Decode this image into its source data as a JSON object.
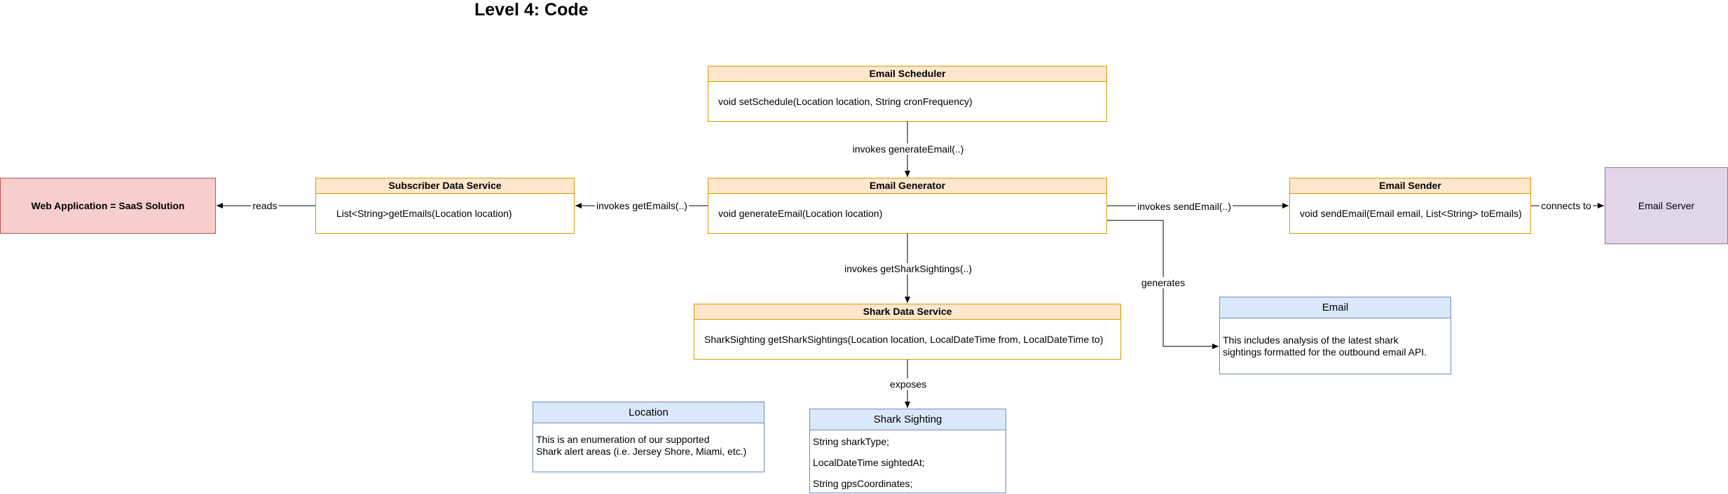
{
  "title": "Level 4: Code",
  "external": {
    "web_application": "Web Application = SaaS Solution",
    "email_server": "Email Server"
  },
  "classes": {
    "email_scheduler": {
      "name": "Email Scheduler",
      "method": "void setSchedule(Location location, String cronFrequency)"
    },
    "email_generator": {
      "name": "Email Generator",
      "method": "void generateEmail(Location location)"
    },
    "subscriber_data_service": {
      "name": "Subscriber Data Service",
      "method": "List<String>getEmails(Location location)"
    },
    "email_sender": {
      "name": "Email Sender",
      "method": "void sendEmail(Email email, List<String> toEmails)"
    },
    "shark_data_service": {
      "name": "Shark Data Service",
      "method": "SharkSighting getSharkSightings(Location location, LocalDateTime from, LocalDateTime to)"
    }
  },
  "notes": {
    "email": {
      "name": "Email",
      "lines": [
        "This includes analysis of the latest shark",
        "sightings formatted for the outbound email API."
      ]
    },
    "location": {
      "name": "Location",
      "lines": [
        "This is an enumeration of our supported",
        "Shark alert areas (i.e. Jersey Shore, Miami, etc.)"
      ]
    },
    "shark_sighting": {
      "name": "Shark Sighting",
      "fields": [
        "String sharkType;",
        "LocalDateTime sightedAt;",
        "String gpsCoordinates;"
      ]
    }
  },
  "edges": {
    "invokes_generate": "invokes generateEmail(..)",
    "invokes_get_emails": "invokes getEmails(..)",
    "reads": "reads",
    "invokes_send": "invokes sendEmail(..)",
    "connects_to": "connects to",
    "invokes_shark": "invokes getSharkSightings(..)",
    "generates": "generates",
    "exposes": "exposes"
  }
}
